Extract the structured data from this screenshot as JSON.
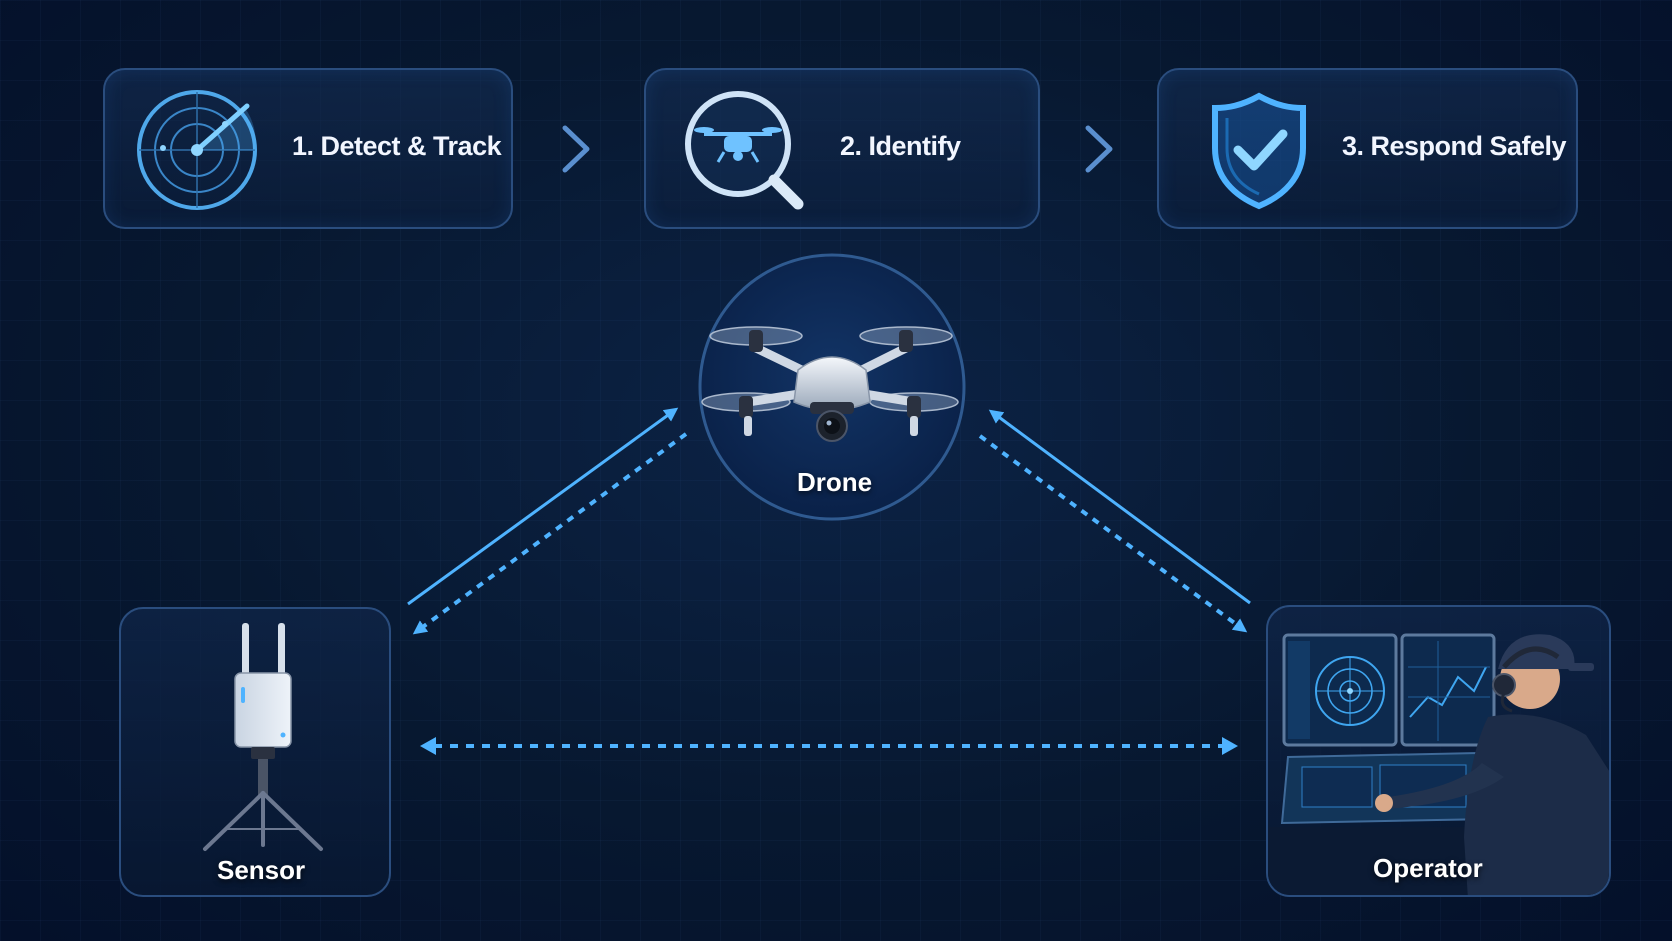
{
  "steps": [
    {
      "label": "1. Detect & Track",
      "icon": "radar-icon"
    },
    {
      "label": "2. Identify",
      "icon": "magnifier-drone-icon"
    },
    {
      "label": "3. Respond Safely",
      "icon": "shield-check-icon"
    }
  ],
  "nodes": {
    "drone": {
      "label": "Drone"
    },
    "sensor": {
      "label": "Sensor"
    },
    "operator": {
      "label": "Operator"
    }
  },
  "colors": {
    "background": "#071830",
    "card_border": "#2a4d7e",
    "accent": "#4fb3ff",
    "arrow": "#3fa6f0"
  }
}
